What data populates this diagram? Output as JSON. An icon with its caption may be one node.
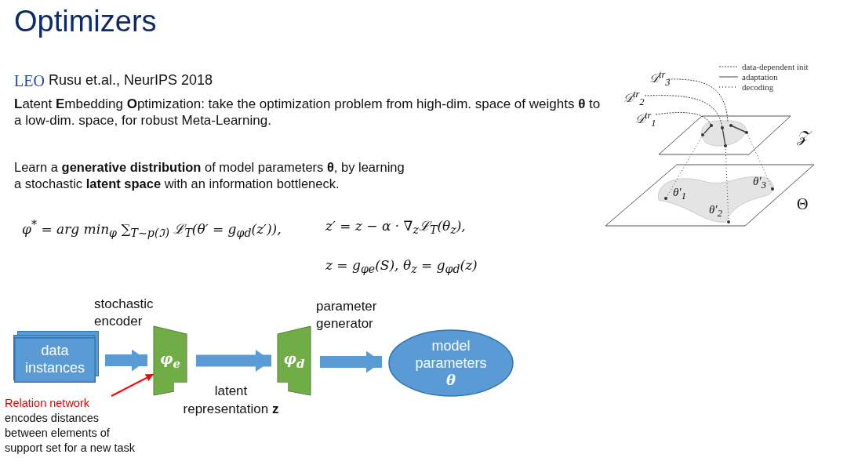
{
  "diagram": {
    "title": "Optimizers",
    "nodes": [
      {
        "text": [
          "data instances"
        ]
      },
      {
        "text": [
          "φ$_{e}$"
        ],
        "beside": [
          "stochastic encoder"
        ]
      },
      {
        "text": [
          "φ$_{d}$"
        ],
        "beside": [
          "parameter generator"
        ]
      },
      {
        "text": [
          "model parameters",
          "θ"
        ]
      },
      {
        "text": [
          "Relation network",
          "encodes distances between elements of support set for a new task"
        ]
      }
    ],
    "edges": [
      {
        "from": 0,
        "to": 1,
        "arrow": "to"
      },
      {
        "from": 1,
        "to": 2,
        "arrow": "to",
        "label": "latent representation **z**"
      },
      {
        "from": 2,
        "to": 3,
        "arrow": "to"
      },
      {
        "from": 4,
        "to": 1,
        "arrow": "to",
        "color": "#ff0000"
      }
    ],
    "labels": [
      "LEO",
      "Rusu et.al., NeurIPS 2018",
      "**L**atent **E**mbedding **O**ptimization: take the optimization problem from high-dim. space of weights **θ** to a low-dim. space, for robust Meta-Learning.",
      "Learn a **generative distribution** of model parameters **θ**, by learning a stochastic **latent space** with an information bottleneck.",
      "φ$^{*}$ = arg min$_{φ}$ ∑$_{T∼p(ℑ)}$ ℒ$_{T}$(θ′ = g$_{φd}$(z′)),",
      "z′ = z − α · ∇$_{z}$ℒ$_{T}$(θ$_{z}$),",
      "z = g$_{φe}$(S), θ$_{z}$ = g$_{φd}$(z)",
      "𝒟$^{tr}$$_{3}$",
      "𝒟$^{tr}$$_{2}$",
      "𝒟$^{tr}$$_{1}$",
      "𝒵",
      "θ′$_{1}$",
      "θ′$_{3}$",
      "θ′$_{2}$",
      "Θ"
    ],
    "legend": [
      {
        "text": "data-dependent init"
      },
      {
        "text": "adaptation"
      },
      {
        "text": "decoding"
      }
    ]
  }
}
